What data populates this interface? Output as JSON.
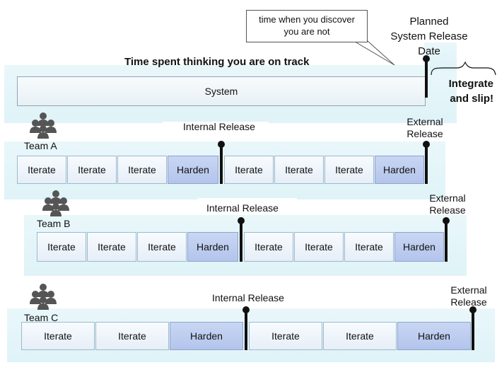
{
  "callout": {
    "line1": "time when you discover",
    "line2": "you are not"
  },
  "planned_release": {
    "line1": "Planned",
    "line2": "System Release",
    "line3": "Date"
  },
  "track_heading": "Time spent thinking you are on track",
  "system_label": "System",
  "integrate": {
    "line1": "Integrate",
    "line2": "and slip!"
  },
  "team_a": {
    "name": "Team A",
    "internal_release": "Internal Release",
    "external_release": {
      "line1": "External",
      "line2": "Release"
    },
    "cells": [
      "Iterate",
      "Iterate",
      "Iterate",
      "Harden",
      "Iterate",
      "Iterate",
      "Iterate",
      "Harden"
    ]
  },
  "team_b": {
    "name": "Team B",
    "internal_release": "Internal Release",
    "external_release": {
      "line1": "External",
      "line2": "Release"
    },
    "cells": [
      "Iterate",
      "Iterate",
      "Iterate",
      "Harden",
      "Iterate",
      "Iterate",
      "Iterate",
      "Harden"
    ]
  },
  "team_c": {
    "name": "Team C",
    "internal_release": "Internal Release",
    "external_release": {
      "line1": "External",
      "line2": "Release"
    },
    "cells": [
      "Iterate",
      "Iterate",
      "Harden",
      "Iterate",
      "Iterate",
      "Harden"
    ]
  },
  "colors": {
    "background": "#e5f6f9",
    "harden": "#b9c8ee",
    "iterate": "#eef4fa"
  },
  "icons": {
    "team": "team-people-icon",
    "milestone": "milestone-pin-icon"
  }
}
